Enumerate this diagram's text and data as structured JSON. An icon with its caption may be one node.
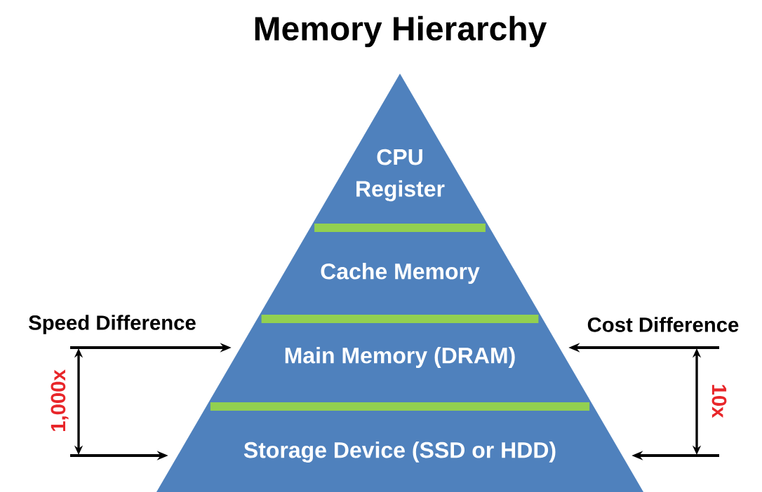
{
  "diagram": {
    "title": "Memory Hierarchy",
    "nodes": [
      {
        "text": [
          "CPU Register"
        ]
      },
      {
        "text": [
          "Cache Memory"
        ]
      },
      {
        "text": [
          "Main Memory (DRAM)"
        ]
      },
      {
        "text": [
          "Storage Device (SSD or HDD)"
        ]
      }
    ],
    "edges": [
      {
        "from": null,
        "to": 2,
        "arrow": "to"
      },
      {
        "from": null,
        "to": 3,
        "arrow": "to"
      },
      {
        "from": null,
        "to": 2,
        "arrow": "to"
      },
      {
        "from": null,
        "to": 3,
        "arrow": "to"
      }
    ],
    "labels": [
      "Speed Difference",
      "1,000x",
      "Cost Difference",
      "10x"
    ]
  }
}
